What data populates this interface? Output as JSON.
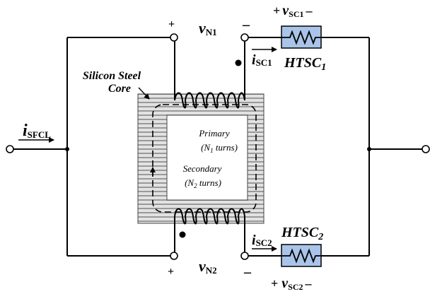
{
  "labels": {
    "core_line1": "Silicon Steel",
    "core_line2": "Core",
    "primary_line1": "Primary",
    "primary_line2_pre": "(N",
    "primary_line2_sub": "1",
    "primary_line2_post": " turns)",
    "secondary_line1": "Secondary",
    "secondary_line2_pre": "(N",
    "secondary_line2_sub": "2",
    "secondary_line2_post": " turns)",
    "i_sfcl_main": "i",
    "i_sfcl_sub": "SFCL",
    "i_sc1_main": "i",
    "i_sc1_sub": "SC1",
    "i_sc2_main": "i",
    "i_sc2_sub": "SC2",
    "v_n1_main": "v",
    "v_n1_sub": "N1",
    "v_n2_main": "v",
    "v_n2_sub": "N2",
    "v_sc1_plus": "+",
    "v_sc1_main": "v",
    "v_sc1_sub": "SC1",
    "v_sc1_minus": "–",
    "v_sc2_plus": "+",
    "v_sc2_main": "v",
    "v_sc2_sub": "SC2",
    "v_sc2_minus": "–",
    "htsc1_main": "HTSC",
    "htsc1_sub": "1",
    "htsc2_main": "HTSC",
    "htsc2_sub": "2",
    "plus_top": "+",
    "minus_top": "–",
    "plus_bottom": "+",
    "minus_bottom": "–"
  },
  "colors": {
    "wire": "#000000",
    "element_fill": "#a9c4e8",
    "core_fill": "#e2e2e2",
    "core_stripe": "#9a9a9a"
  },
  "icons": {
    "terminal": "open-circle",
    "junction": "filled-dot",
    "polarity": "filled-dot",
    "resistor": "zigzag"
  }
}
